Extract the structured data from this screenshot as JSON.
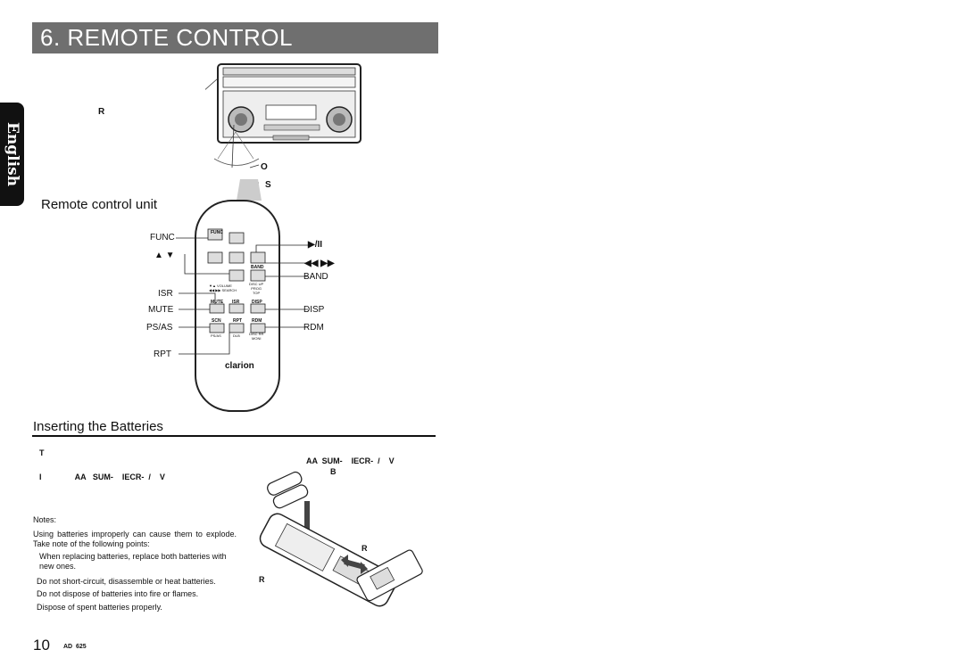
{
  "section_title": "6. REMOTE CONTROL",
  "language_tab": "English",
  "receiver_labels": {
    "r": "R",
    "o": "O",
    "s": "S"
  },
  "remote_heading": "Remote control unit",
  "remote_callouts_left": {
    "func": "FUNC",
    "up_down": "▲  ▼",
    "isr": "ISR",
    "mute": "MUTE",
    "ps_as": "PS/AS",
    "rpt": "RPT"
  },
  "remote_callouts_right": {
    "play_pause": "▶/II",
    "prev_next": "◀◀    ▶▶",
    "band": "BAND",
    "disp": "DISP",
    "rdm": "RDM"
  },
  "remote_keys": {
    "func": "FUNC",
    "band": "BAND",
    "mute": "MUTE",
    "isr": "ISR",
    "disp": "DISP",
    "scn": "SCN",
    "rpt": "RPT",
    "rdm": "RDM",
    "volume": "▼▲ VOLUME",
    "search": "◀◀ ▶▶ SEARCH",
    "disc_up": "DISC UP\nPROG\nTOP",
    "ps_as": "PS/AS",
    "dlb": "DLB",
    "disc_rr": "DISC RR\nMONI",
    "brand": "clarion"
  },
  "batteries": {
    "heading": "Inserting the Batteries",
    "line_t": "T",
    "line_i": "I               AA   SUM-    IECR-  /    V",
    "fig_label_aa": "AA  SUM-    IECR-  /    V",
    "fig_label_b": "B",
    "fig_label_r1": "R",
    "fig_label_r2": "R",
    "notes_title": "Notes:",
    "notes_para": "Using batteries improperly can cause them to explode. Take note of the following points:",
    "bullets": [
      "When replacing batteries, replace both batteries with new ones.",
      "Do not short-circuit, disassemble or heat batteries.",
      "Do not dispose of batteries into fire or flames.",
      "Dispose of spent batteries properly."
    ]
  },
  "footer": {
    "page_number": "10",
    "model": "AD  625"
  }
}
